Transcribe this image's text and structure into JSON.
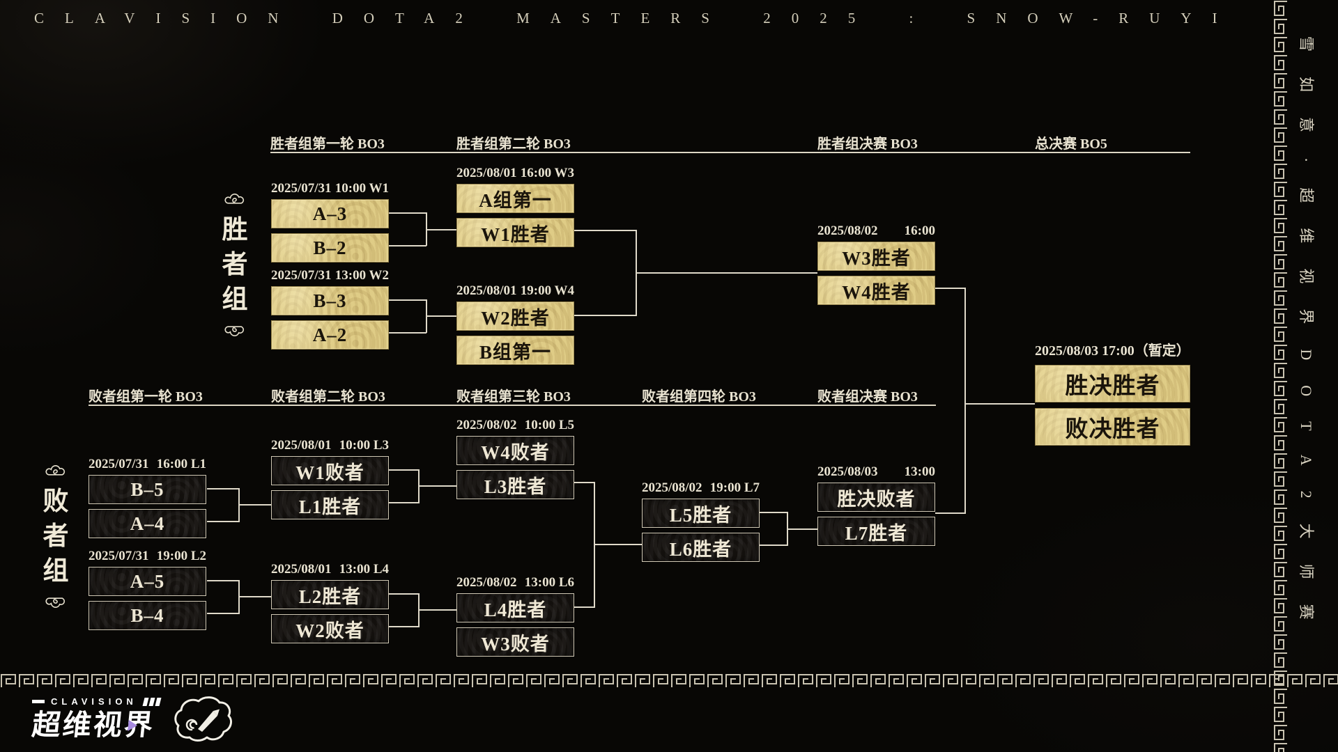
{
  "title": "CLAVISION DOTA2 MASTERS 2025 : SNOW-RUYI",
  "side_text": "雪如意·超维视界DOTA2大师赛",
  "groups": {
    "winners": [
      "胜",
      "者",
      "组"
    ],
    "losers": [
      "败",
      "者",
      "组"
    ]
  },
  "rounds": {
    "w_r1": "胜者组第一轮 BO3",
    "w_r2": "胜者组第二轮 BO3",
    "w_final": "胜者组决赛 BO3",
    "grand_final": "总决赛 BO5",
    "l_r1": "败者组第一轮 BO3",
    "l_r2": "败者组第二轮 BO3",
    "l_r3": "败者组第三轮 BO3",
    "l_r4": "败者组第四轮 BO3",
    "l_final": "败者组决赛 BO3"
  },
  "matches": {
    "w1": {
      "date": "2025/07/31",
      "time": "10:00 W1",
      "top": "A–3",
      "bottom": "B–2"
    },
    "w2": {
      "date": "2025/07/31",
      "time": "13:00 W2",
      "top": "B–3",
      "bottom": "A–2"
    },
    "w3": {
      "date": "2025/08/01",
      "time": "16:00 W3",
      "top": "A组第一",
      "bottom": "W1胜者"
    },
    "w4": {
      "date": "2025/08/01",
      "time": "19:00 W4",
      "top": "W2胜者",
      "bottom": "B组第一"
    },
    "wf": {
      "date": "2025/08/02",
      "time": "16:00",
      "top": "W3胜者",
      "bottom": "W4胜者"
    },
    "gf": {
      "date": "2025/08/03 17:00（暂定）",
      "top": "胜决胜者",
      "bottom": "败决胜者"
    },
    "l1": {
      "date": "2025/07/31",
      "time": "16:00 L1",
      "top": "B–5",
      "bottom": "A–4"
    },
    "l2": {
      "date": "2025/07/31",
      "time": "19:00 L2",
      "top": "A–5",
      "bottom": "B–4"
    },
    "l3": {
      "date": "2025/08/01",
      "time": "10:00 L3",
      "top": "W1败者",
      "bottom": "L1胜者"
    },
    "l4": {
      "date": "2025/08/01",
      "time": "13:00 L4",
      "top": "L2胜者",
      "bottom": "W2败者"
    },
    "l5": {
      "date": "2025/08/02",
      "time": "10:00 L5",
      "top": "W4败者",
      "bottom": "L3胜者"
    },
    "l6": {
      "date": "2025/08/02",
      "time": "13:00 L6",
      "top": "L4胜者",
      "bottom": "W3败者"
    },
    "l7": {
      "date": "2025/08/02",
      "time": "19:00 L7",
      "top": "L5胜者",
      "bottom": "L6胜者"
    },
    "lf": {
      "date": "2025/08/03",
      "time": "13:00",
      "top": "胜决败者",
      "bottom": "L7胜者"
    }
  },
  "footer": {
    "brand_en": "CLAVISION",
    "brand_cn": "超维视界"
  },
  "colors": {
    "background": "#080705",
    "gold_box": "#dfcc86",
    "box_text_dark": "#1a140b",
    "cream_text": "#e9e3d1",
    "accent_purple": "#a78ae0"
  }
}
